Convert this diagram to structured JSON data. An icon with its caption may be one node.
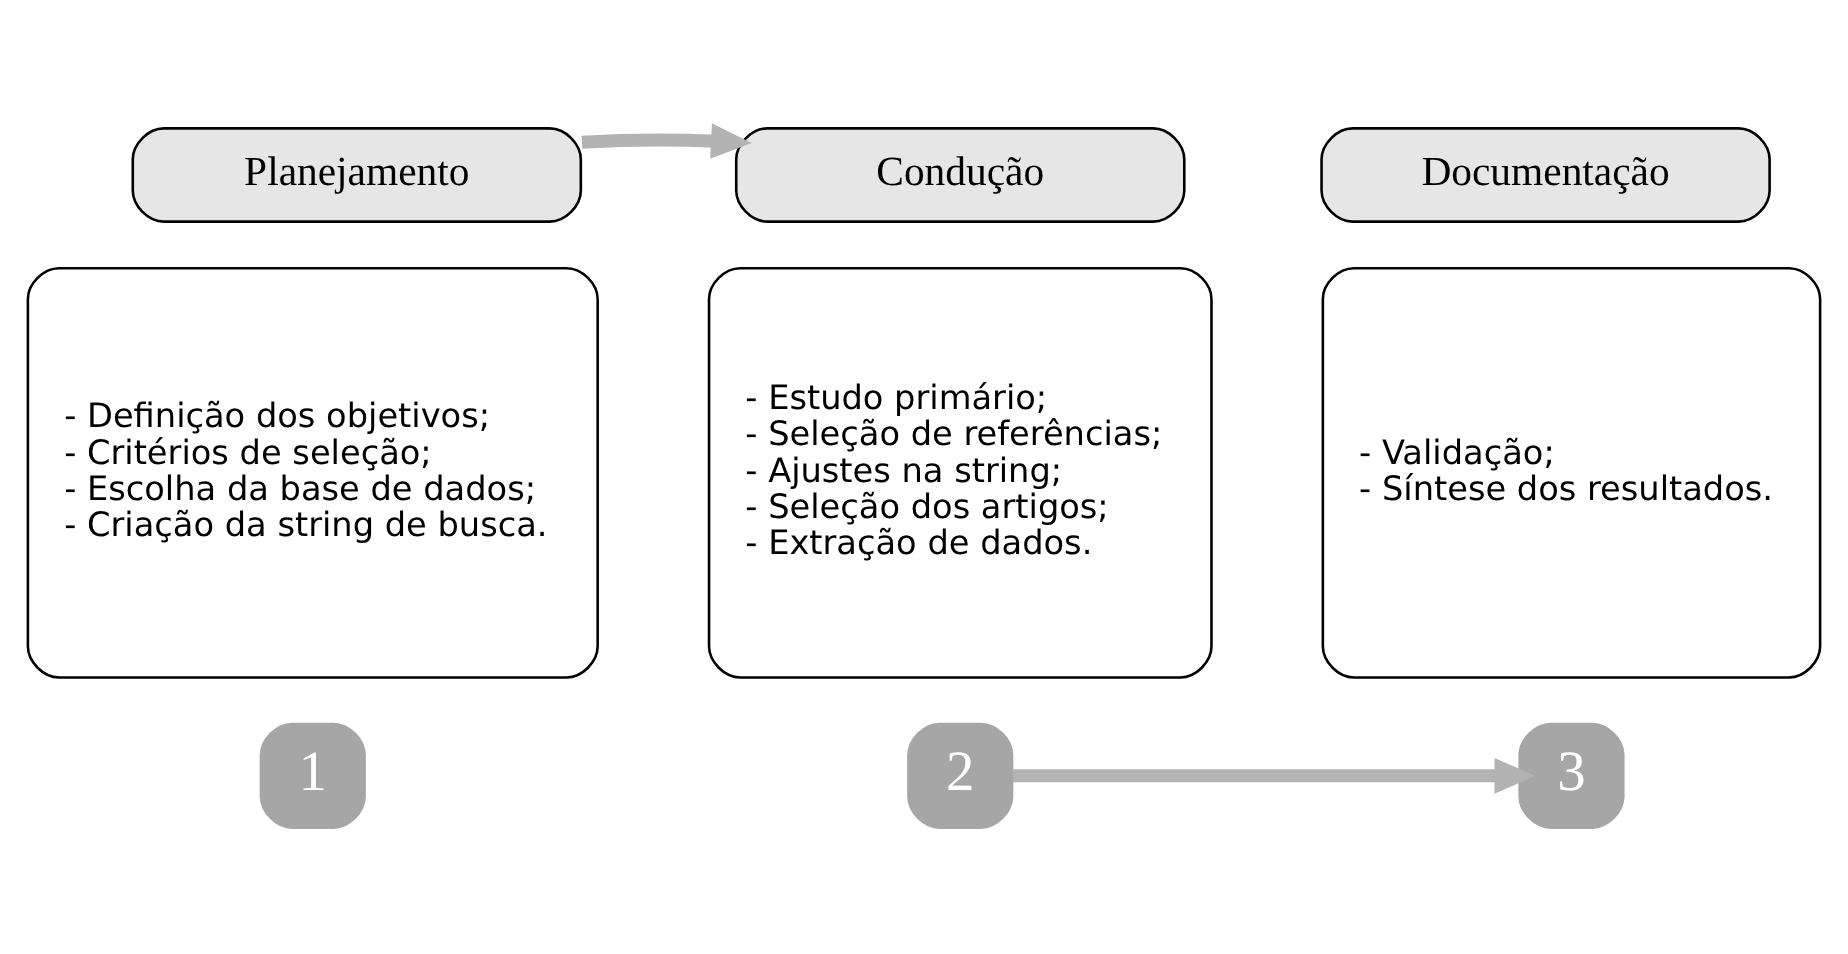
{
  "diagram": {
    "nodes": [
      {
        "text": [
          "Planejamento"
        ]
      },
      {
        "text": [
          "Condução"
        ]
      },
      {
        "text": [
          "Documentação"
        ]
      },
      {
        "text": [
          "- Definição dos objetivos;",
          "- Critérios de seleção;",
          "- Escolha da base de dados;",
          "- Criação da string de busca."
        ]
      },
      {
        "text": [
          "- Estudo primário;",
          "- Seleção de referências;",
          "- Ajustes na string;",
          "- Seleção dos artigos;",
          "- Extração de dados."
        ]
      },
      {
        "text": [
          "- Validação;",
          "- Síntese dos resultados."
        ]
      },
      {
        "text": [
          "1"
        ]
      },
      {
        "text": [
          "2"
        ]
      },
      {
        "text": [
          "3"
        ]
      }
    ],
    "edges": [
      {
        "from": 0,
        "to": 1,
        "arrow": "to"
      },
      {
        "from": 7,
        "to": 8,
        "arrow": "to"
      }
    ]
  }
}
